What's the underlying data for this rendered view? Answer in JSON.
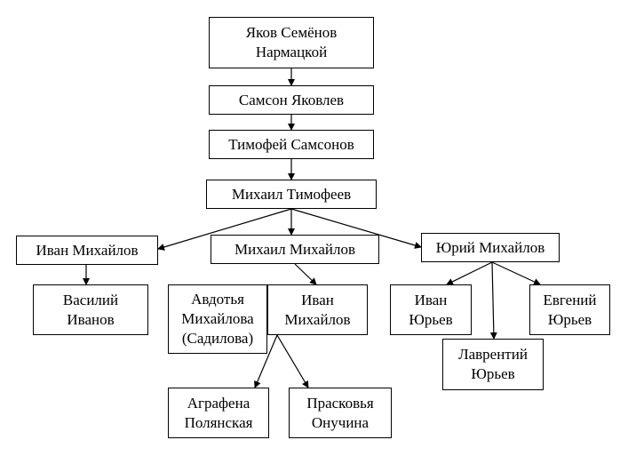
{
  "nodes": {
    "yakov": "Яков Семёнов\nНармацкой",
    "samson": "Самсон Яковлев",
    "timofey": "Тимофей Самсонов",
    "mikhail_t": "Михаил Тимофеев",
    "ivan_m": "Иван Михайлов",
    "mikhail_m": "Михаил Михайлов",
    "yuri_m": "Юрий Михайлов",
    "vasily": "Василий\nИванов",
    "avdotya": "Авдотья\nМихайлова\n(Садилова)",
    "ivan_m2": "Иван\nМихайлов",
    "ivan_yu": "Иван\nЮрьев",
    "evgeny": "Евгений\nЮрьев",
    "lavrenty": "Лаврентий\nЮрьев",
    "agrafena": "Аграфена\nПолянская",
    "praskovya": "Прасковья\nОнучина"
  },
  "edges": [
    [
      "yakov",
      "samson"
    ],
    [
      "samson",
      "timofey"
    ],
    [
      "timofey",
      "mikhail_t"
    ],
    [
      "mikhail_t",
      "ivan_m"
    ],
    [
      "mikhail_t",
      "mikhail_m"
    ],
    [
      "mikhail_t",
      "yuri_m"
    ],
    [
      "ivan_m",
      "vasily"
    ],
    [
      "mikhail_m",
      "ivan_m2"
    ],
    [
      "ivan_m2",
      "agrafena"
    ],
    [
      "ivan_m2",
      "praskovya"
    ],
    [
      "yuri_m",
      "ivan_yu"
    ],
    [
      "yuri_m",
      "lavrenty"
    ],
    [
      "yuri_m",
      "evgeny"
    ]
  ]
}
